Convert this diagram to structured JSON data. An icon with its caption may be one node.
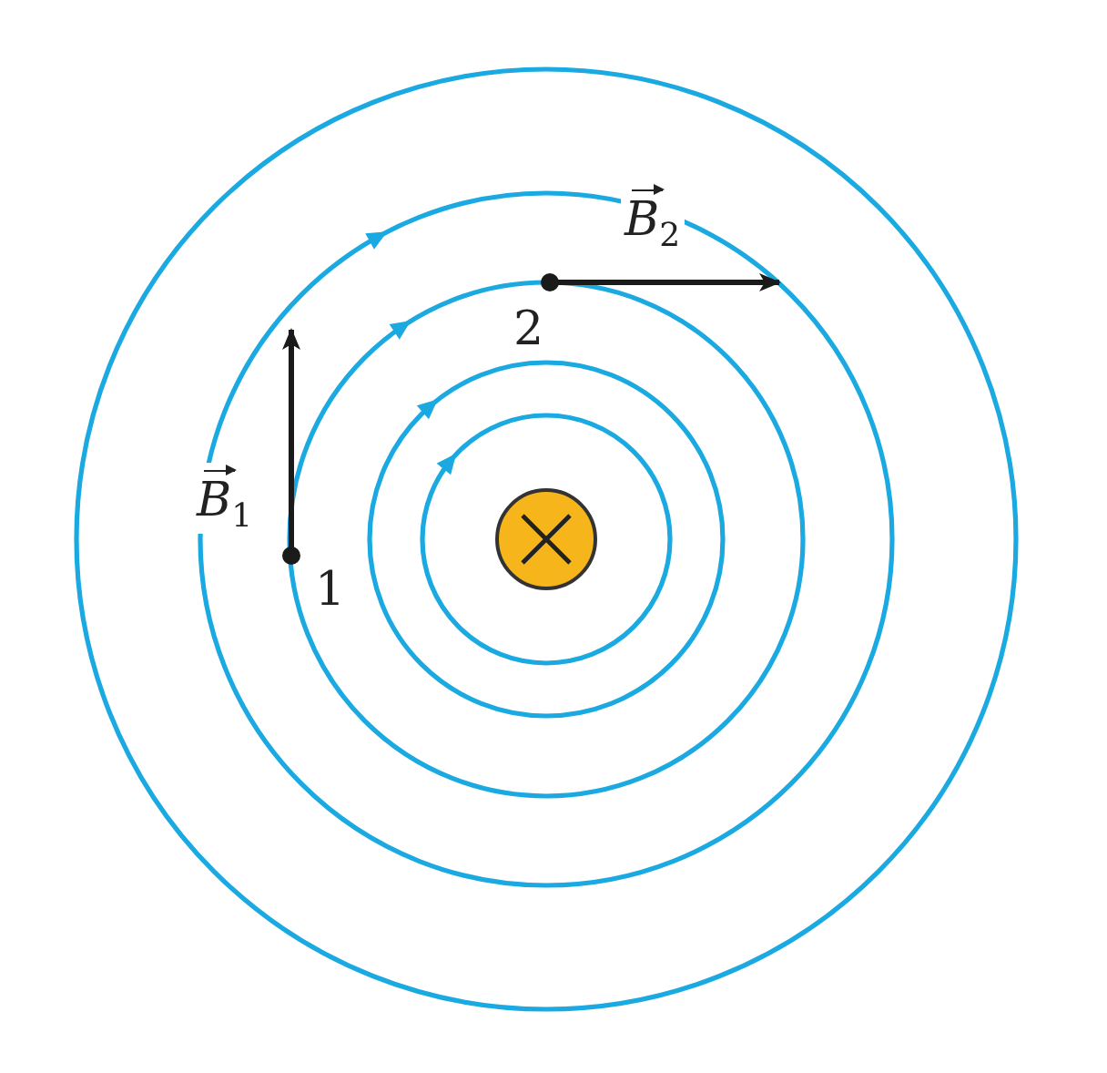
{
  "diagram": {
    "labels": [
      "*B*$_{2}$",
      "2",
      "*B*$_{1}$",
      "1"
    ]
  }
}
